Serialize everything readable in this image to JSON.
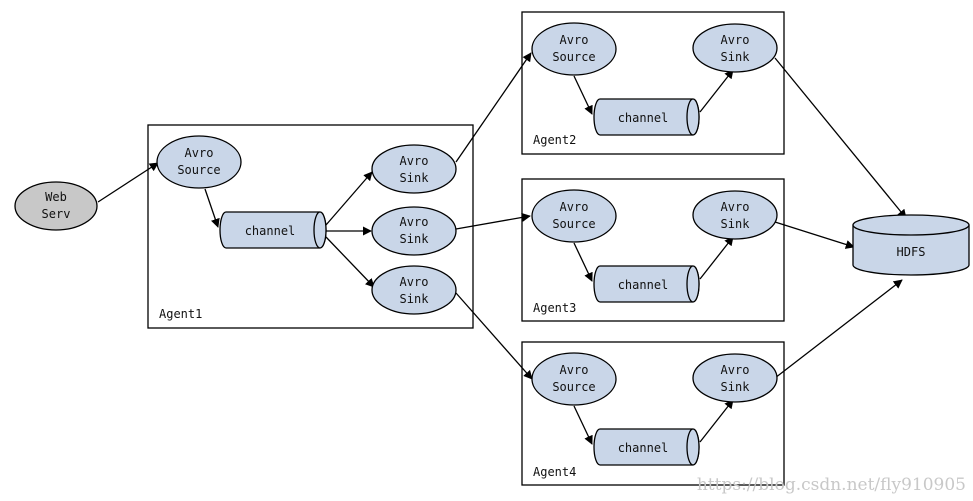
{
  "colors": {
    "node_fill": "#c9d6e8",
    "web_fill": "#c8c8c8",
    "stroke": "#000000",
    "watermark": "#c8c8c8"
  },
  "web_server": {
    "line1": "Web",
    "line2": "Serv"
  },
  "agents": [
    {
      "label": "Agent1",
      "source": [
        "Avro",
        "Source"
      ],
      "channel": "channel",
      "sinks": [
        [
          "Avro",
          "Sink"
        ],
        [
          "Avro",
          "Sink"
        ],
        [
          "Avro",
          "Sink"
        ]
      ]
    },
    {
      "label": "Agent2",
      "source": [
        "Avro",
        "Source"
      ],
      "channel": "channel",
      "sink": [
        "Avro",
        "Sink"
      ]
    },
    {
      "label": "Agent3",
      "source": [
        "Avro",
        "Source"
      ],
      "channel": "channel",
      "sink": [
        "Avro",
        "Sink"
      ]
    },
    {
      "label": "Agent4",
      "source": [
        "Avro",
        "Source"
      ],
      "channel": "channel",
      "sink": [
        "Avro",
        "Sink"
      ]
    }
  ],
  "hdfs": {
    "label": "HDFS"
  },
  "watermark": "https://blog.csdn.net/fly910905"
}
